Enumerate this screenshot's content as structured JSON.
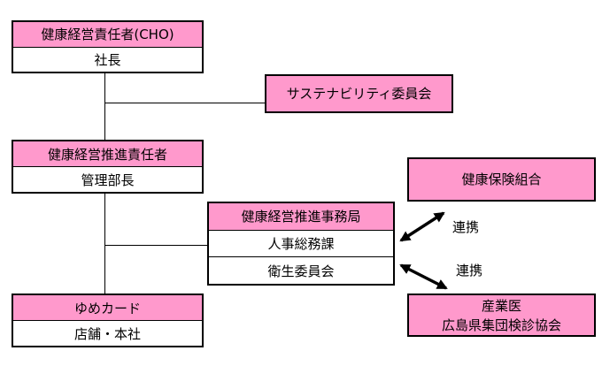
{
  "diagram": {
    "type": "org-chart",
    "colors": {
      "box_fill": "#FF99CC",
      "border": "#000000",
      "background": "#FFFFFF",
      "text": "#000000"
    },
    "boxes": {
      "cho": {
        "header": "健康経営責任者(CHO)",
        "body": "社長"
      },
      "sustainability": {
        "label": "サステナビリティ委員会"
      },
      "suishin": {
        "header": "健康経営推進責任者",
        "body": "管理部長"
      },
      "jimukyoku": {
        "header": "健康経営推進事務局",
        "row1": "人事総務課",
        "row2": "衛生委員会"
      },
      "hoken": {
        "label": "健康保険組合"
      },
      "sangyoi": {
        "line1": "産業医",
        "line2": "広島県集団検診協会"
      },
      "yume": {
        "header": "ゆめカード",
        "body": "店舗・本社"
      }
    },
    "arrows": [
      {
        "label": "連携",
        "from": "人事総務課",
        "to": "健康保険組合",
        "style": "double-headed"
      },
      {
        "label": "連携",
        "from": "衛生委員会",
        "to": "産業医 広島県集団検診協会",
        "style": "double-headed"
      }
    ]
  }
}
